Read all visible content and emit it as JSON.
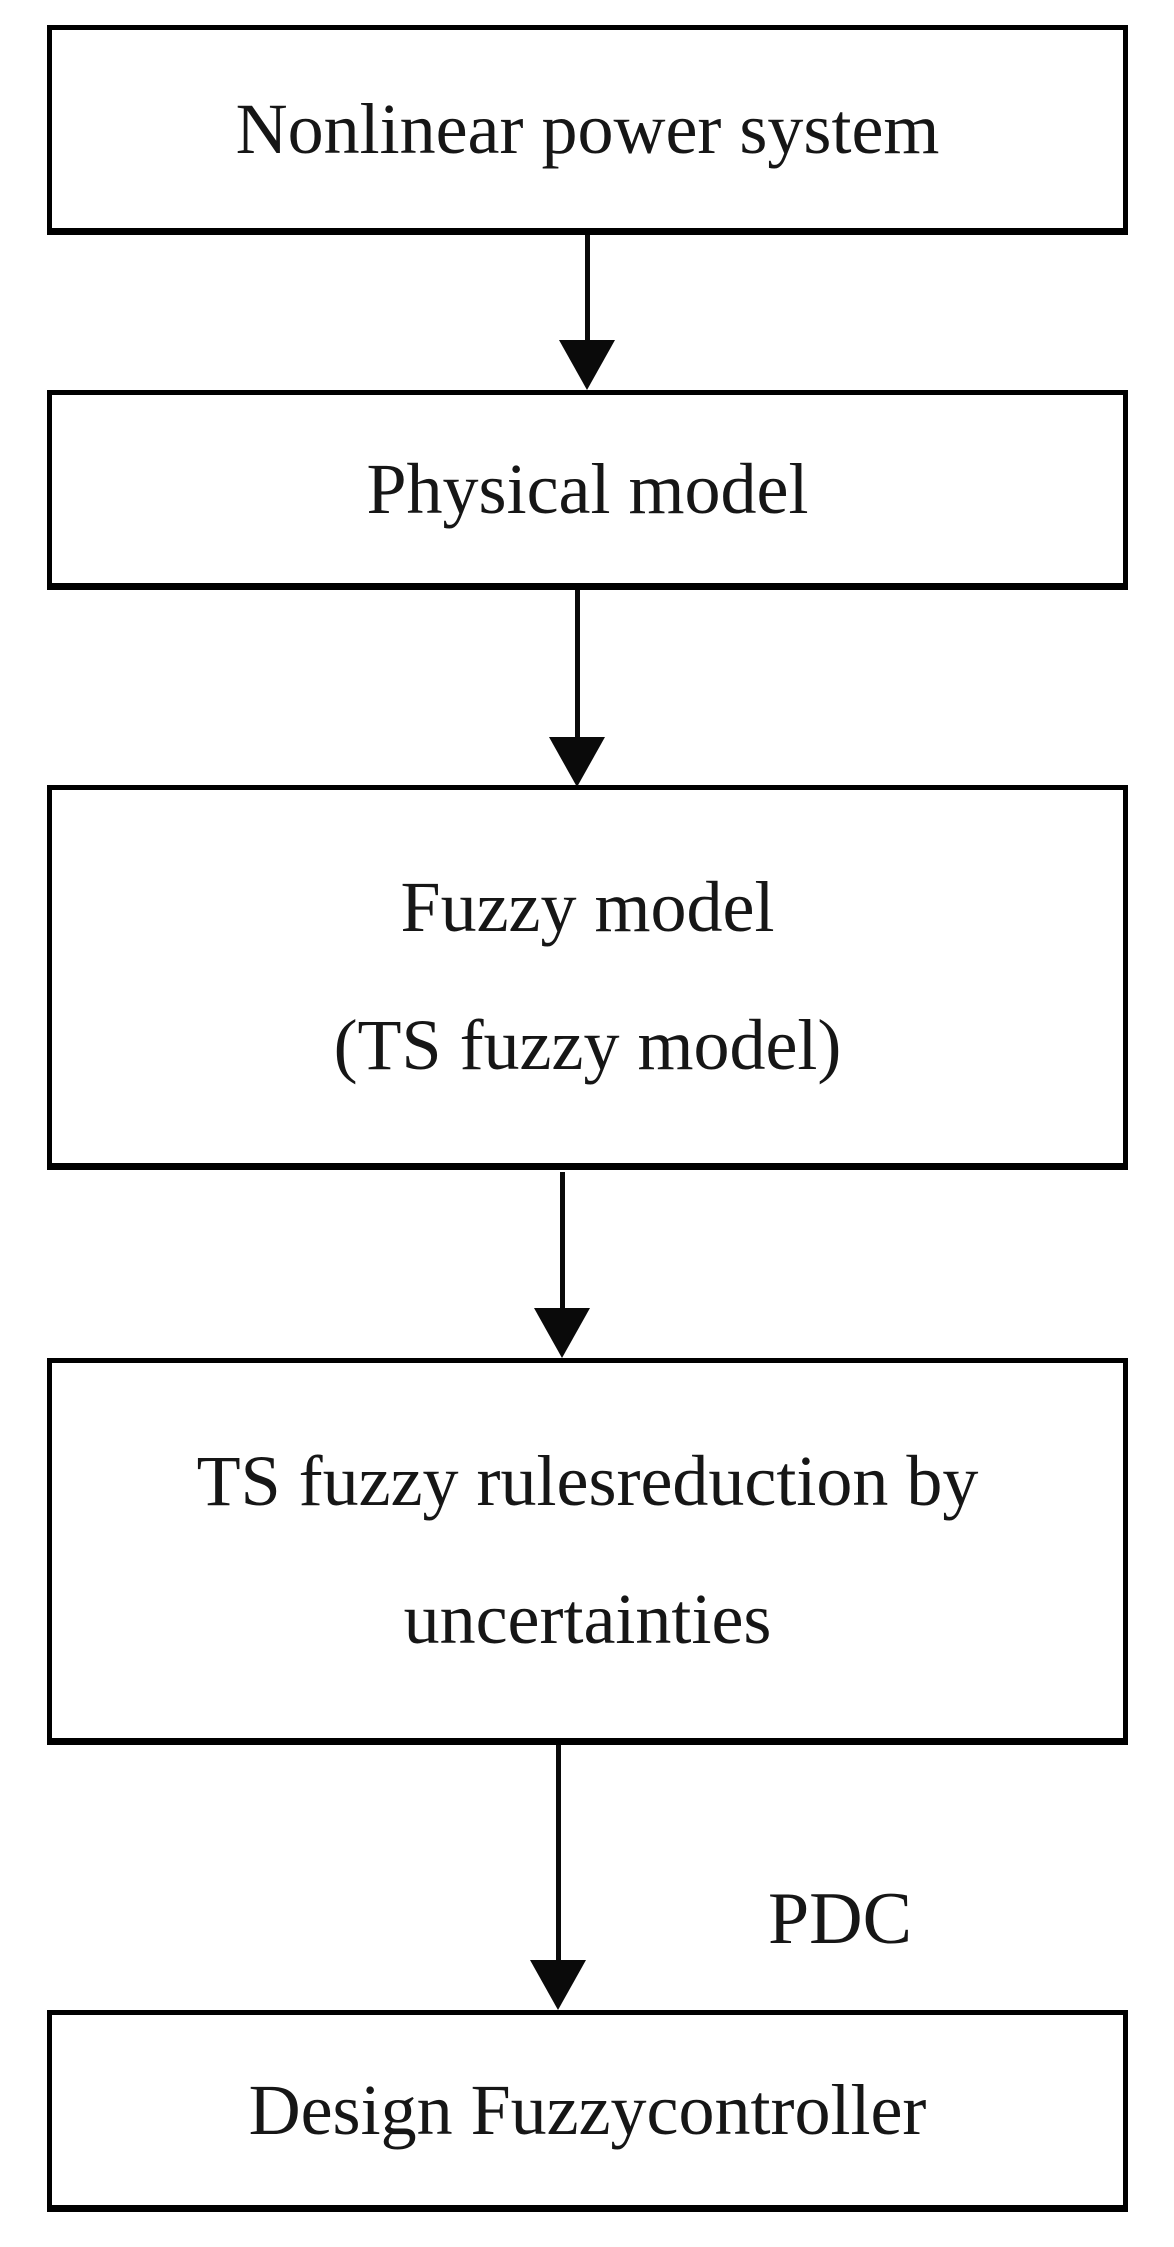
{
  "flowchart": {
    "nodes": [
      {
        "label": "Nonlinear power system"
      },
      {
        "label": "Physical model"
      },
      {
        "label": "Fuzzy model",
        "label2": "(TS fuzzy model)"
      },
      {
        "label": "TS fuzzy rulesreduction by",
        "label2": "uncertainties"
      },
      {
        "label": "Design Fuzzycontroller"
      }
    ],
    "edge_label": "PDC",
    "colors": {
      "border": "#000000",
      "arrow": "#0a0a0a",
      "background": "#ffffff",
      "text": "#161616"
    }
  }
}
